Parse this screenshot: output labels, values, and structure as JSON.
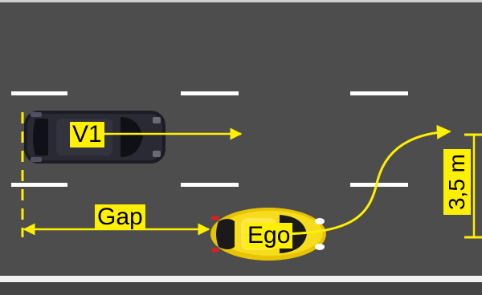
{
  "labels": {
    "v1": "V1",
    "gap": "Gap",
    "ego": "Ego",
    "lane_width": "3,5 m"
  },
  "colors": {
    "road": "#4d4d4d",
    "lane_marking": "#ffffff",
    "annotation": "#ffef00",
    "v1_car": "#1e1e26",
    "ego_car": "#f2d21a"
  }
}
